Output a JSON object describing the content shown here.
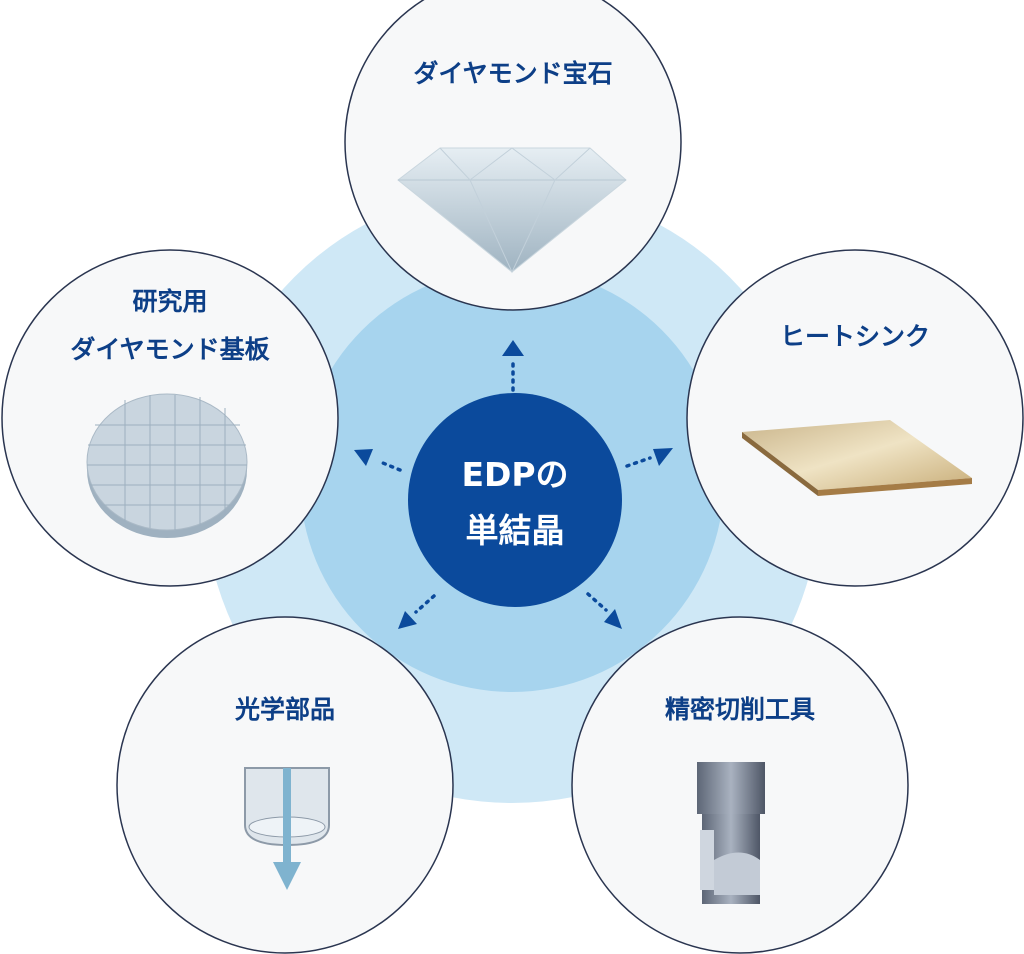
{
  "center": {
    "line1": "EDPの",
    "line2": "単結晶"
  },
  "nodes": [
    {
      "label": "ダイヤモンド宝石",
      "icon": "diamond-gem"
    },
    {
      "label_line1": "研究用",
      "label_line2": "ダイヤモンド基板",
      "icon": "wafer"
    },
    {
      "label": "ヒートシンク",
      "icon": "heat-sink-plate"
    },
    {
      "label": "光学部品",
      "icon": "optical-component"
    },
    {
      "label": "精密切削工具",
      "icon": "cutting-tool"
    }
  ],
  "colors": {
    "outer_ring": "#cfe8f6",
    "inner_ring": "#a7d4ee",
    "core": "#0b4a9c",
    "arrow": "#0b4a9c"
  }
}
